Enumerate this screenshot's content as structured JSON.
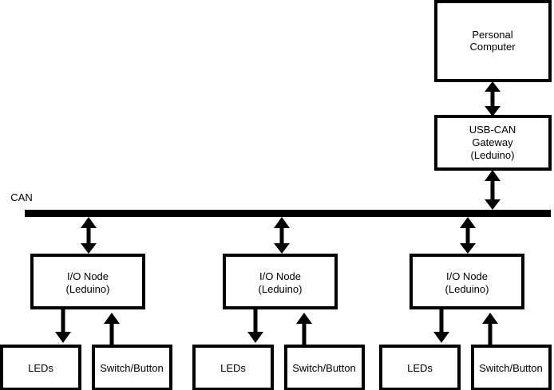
{
  "bus": {
    "label": "CAN"
  },
  "pc": {
    "lines": [
      "Personal",
      "Computer"
    ]
  },
  "gateway": {
    "lines": [
      "USB-CAN",
      "Gateway",
      "(Leduino)"
    ]
  },
  "nodes": [
    {
      "lines": [
        "I/O Node",
        "(Leduino)"
      ],
      "leds_label": "LEDs",
      "switch_label": "Switch/Button"
    },
    {
      "lines": [
        "I/O Node",
        "(Leduino)"
      ],
      "leds_label": "LEDs",
      "switch_label": "Switch/Button"
    },
    {
      "lines": [
        "I/O Node",
        "(Leduino)"
      ],
      "leds_label": "LEDs",
      "switch_label": "Switch/Button"
    }
  ]
}
